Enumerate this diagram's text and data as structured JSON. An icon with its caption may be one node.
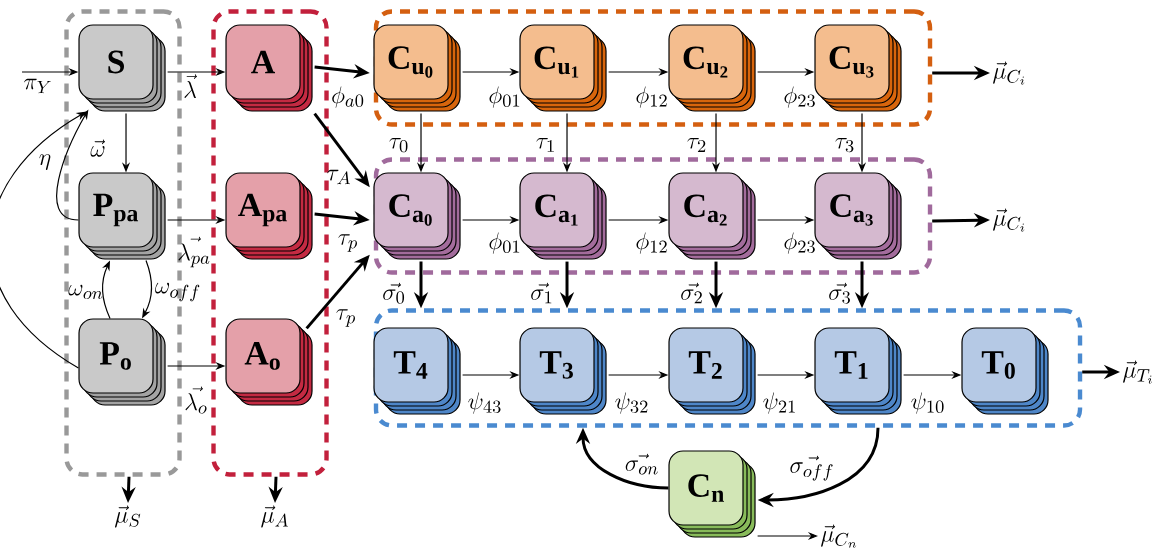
{
  "diagram": {
    "nodes": [
      {
        "text": [],
        "shape": "box"
      },
      {
        "text": [
          "\\mathbf{S}"
        ],
        "in": 0
      },
      {
        "text": [
          "\\mathbf{P_{pa}}"
        ],
        "in": 0
      },
      {
        "text": [
          "\\mathbf{P_{o}}"
        ],
        "in": 0
      },
      {
        "text": [],
        "shape": "box"
      },
      {
        "text": [
          "\\mathbf{A}"
        ],
        "in": 4
      },
      {
        "text": [
          "\\mathbf{A_{pa}}"
        ],
        "in": 4
      },
      {
        "text": [
          "\\mathbf{A_{o}}"
        ],
        "in": 4
      },
      {
        "text": [],
        "shape": "box"
      },
      {
        "text": [
          "\\mathbf{C_{u_0}}"
        ],
        "in": 8
      },
      {
        "text": [
          "\\mathbf{C_{u_1}}"
        ],
        "in": 8
      },
      {
        "text": [
          "\\mathbf{C_{u_2}}"
        ],
        "in": 8
      },
      {
        "text": [
          "\\mathbf{C_{u_3}}"
        ],
        "in": 8
      },
      {
        "text": [],
        "shape": "box"
      },
      {
        "text": [
          "\\mathbf{C_{a_0}}"
        ],
        "in": 13
      },
      {
        "text": [
          "\\mathbf{C_{a_1}}"
        ],
        "in": 13
      },
      {
        "text": [
          "\\mathbf{C_{a_2}}"
        ],
        "in": 13
      },
      {
        "text": [
          "\\mathbf{C_{a_3}}"
        ],
        "in": 13
      },
      {
        "text": [],
        "shape": "box"
      },
      {
        "text": [
          "\\mathbf{T_4}"
        ],
        "in": 18
      },
      {
        "text": [
          "\\mathbf{T_3}"
        ],
        "in": 18
      },
      {
        "text": [
          "\\mathbf{T_2}"
        ],
        "in": 18
      },
      {
        "text": [
          "\\mathbf{T_1}"
        ],
        "in": 18
      },
      {
        "text": [
          "\\mathbf{T_0}"
        ],
        "in": 18
      },
      {
        "text": [
          "\\mathbf{C_n}"
        ]
      },
      {
        "text": [
          "\\vec{\\mu}_S"
        ]
      },
      {
        "text": [
          "\\vec{\\mu}_A"
        ]
      },
      {
        "text": [
          "\\vec{\\mu}_{C_i}"
        ]
      },
      {
        "text": [
          "\\vec{\\mu}_{C_i}"
        ]
      },
      {
        "text": [
          "\\vec{\\mu}_{T_i}"
        ]
      },
      {
        "text": [
          "\\vec{\\mu}_{C_n}"
        ]
      }
    ],
    "edges": [
      {
        "from": null,
        "to": 1,
        "arrow": "to",
        "label": "\\pi_Y"
      },
      {
        "from": 1,
        "to": 5,
        "arrow": "to",
        "label": "\\vec{\\lambda}"
      },
      {
        "from": 1,
        "to": 2,
        "arrow": "to",
        "label": "\\vec{\\omega}"
      },
      {
        "from": 2,
        "to": 1,
        "arrow": "to",
        "label": "\\eta"
      },
      {
        "from": 3,
        "to": 1,
        "arrow": "to"
      },
      {
        "from": 3,
        "to": 2,
        "arrow": "to",
        "label": "\\omega_{on}"
      },
      {
        "from": 2,
        "to": 3,
        "arrow": "to",
        "label": "\\omega_{off}"
      },
      {
        "from": 2,
        "to": 6,
        "arrow": "to",
        "label": "\\vec{\\lambda_{pa}}"
      },
      {
        "from": 3,
        "to": 7,
        "arrow": "to",
        "label": "\\vec{\\lambda_{o}}"
      },
      {
        "from": 0,
        "to": 25,
        "arrow": "to",
        "style": "thick"
      },
      {
        "from": 4,
        "to": 26,
        "arrow": "to",
        "style": "thick"
      },
      {
        "from": 5,
        "to": 8,
        "arrow": "to",
        "style": "thick",
        "label": "\\phi_{a0}"
      },
      {
        "from": 5,
        "to": 13,
        "arrow": "to",
        "style": "thick",
        "label": "\\tau_A"
      },
      {
        "from": 6,
        "to": 13,
        "arrow": "to",
        "style": "thick",
        "label": "\\tau_p"
      },
      {
        "from": 7,
        "to": 13,
        "arrow": "to",
        "style": "thick",
        "label": "\\tau_p"
      },
      {
        "from": 9,
        "to": 10,
        "arrow": "to",
        "label": "\\phi_{01}"
      },
      {
        "from": 10,
        "to": 11,
        "arrow": "to",
        "label": "\\phi_{12}"
      },
      {
        "from": 11,
        "to": 12,
        "arrow": "to",
        "label": "\\phi_{23}"
      },
      {
        "from": 9,
        "to": 14,
        "arrow": "to",
        "label": "\\tau_0"
      },
      {
        "from": 10,
        "to": 15,
        "arrow": "to",
        "label": "\\tau_1"
      },
      {
        "from": 11,
        "to": 16,
        "arrow": "to",
        "label": "\\tau_2"
      },
      {
        "from": 12,
        "to": 17,
        "arrow": "to",
        "label": "\\tau_3"
      },
      {
        "from": 14,
        "to": 15,
        "arrow": "to",
        "label": "\\phi_{01}"
      },
      {
        "from": 15,
        "to": 16,
        "arrow": "to",
        "label": "\\phi_{12}"
      },
      {
        "from": 16,
        "to": 17,
        "arrow": "to",
        "label": "\\phi_{23}"
      },
      {
        "from": 14,
        "to": 18,
        "arrow": "to",
        "style": "thick",
        "label": "\\vec{\\sigma_0}"
      },
      {
        "from": 15,
        "to": 18,
        "arrow": "to",
        "style": "thick",
        "label": "\\vec{\\sigma_1}"
      },
      {
        "from": 16,
        "to": 18,
        "arrow": "to",
        "style": "thick",
        "label": "\\vec{\\sigma_2}"
      },
      {
        "from": 17,
        "to": 18,
        "arrow": "to",
        "style": "thick",
        "label": "\\vec{\\sigma_3}"
      },
      {
        "from": 8,
        "to": 27,
        "arrow": "to",
        "style": "thick"
      },
      {
        "from": 13,
        "to": 28,
        "arrow": "to",
        "style": "thick"
      },
      {
        "from": 19,
        "to": 20,
        "arrow": "to",
        "label": "\\psi_{43}"
      },
      {
        "from": 20,
        "to": 21,
        "arrow": "to",
        "label": "\\psi_{32}"
      },
      {
        "from": 21,
        "to": 22,
        "arrow": "to",
        "label": "\\psi_{21}"
      },
      {
        "from": 22,
        "to": 23,
        "arrow": "to",
        "label": "\\psi_{10}"
      },
      {
        "from": 18,
        "to": 29,
        "arrow": "to",
        "style": "thick"
      },
      {
        "from": 24,
        "to": 18,
        "arrow": "to",
        "style": "thick",
        "label": "\\vec{\\sigma_{on}}"
      },
      {
        "from": 18,
        "to": 24,
        "arrow": "to",
        "style": "thick",
        "label": "\\vec{\\sigma_{off}}"
      },
      {
        "from": 24,
        "to": 30,
        "arrow": "to"
      }
    ]
  }
}
